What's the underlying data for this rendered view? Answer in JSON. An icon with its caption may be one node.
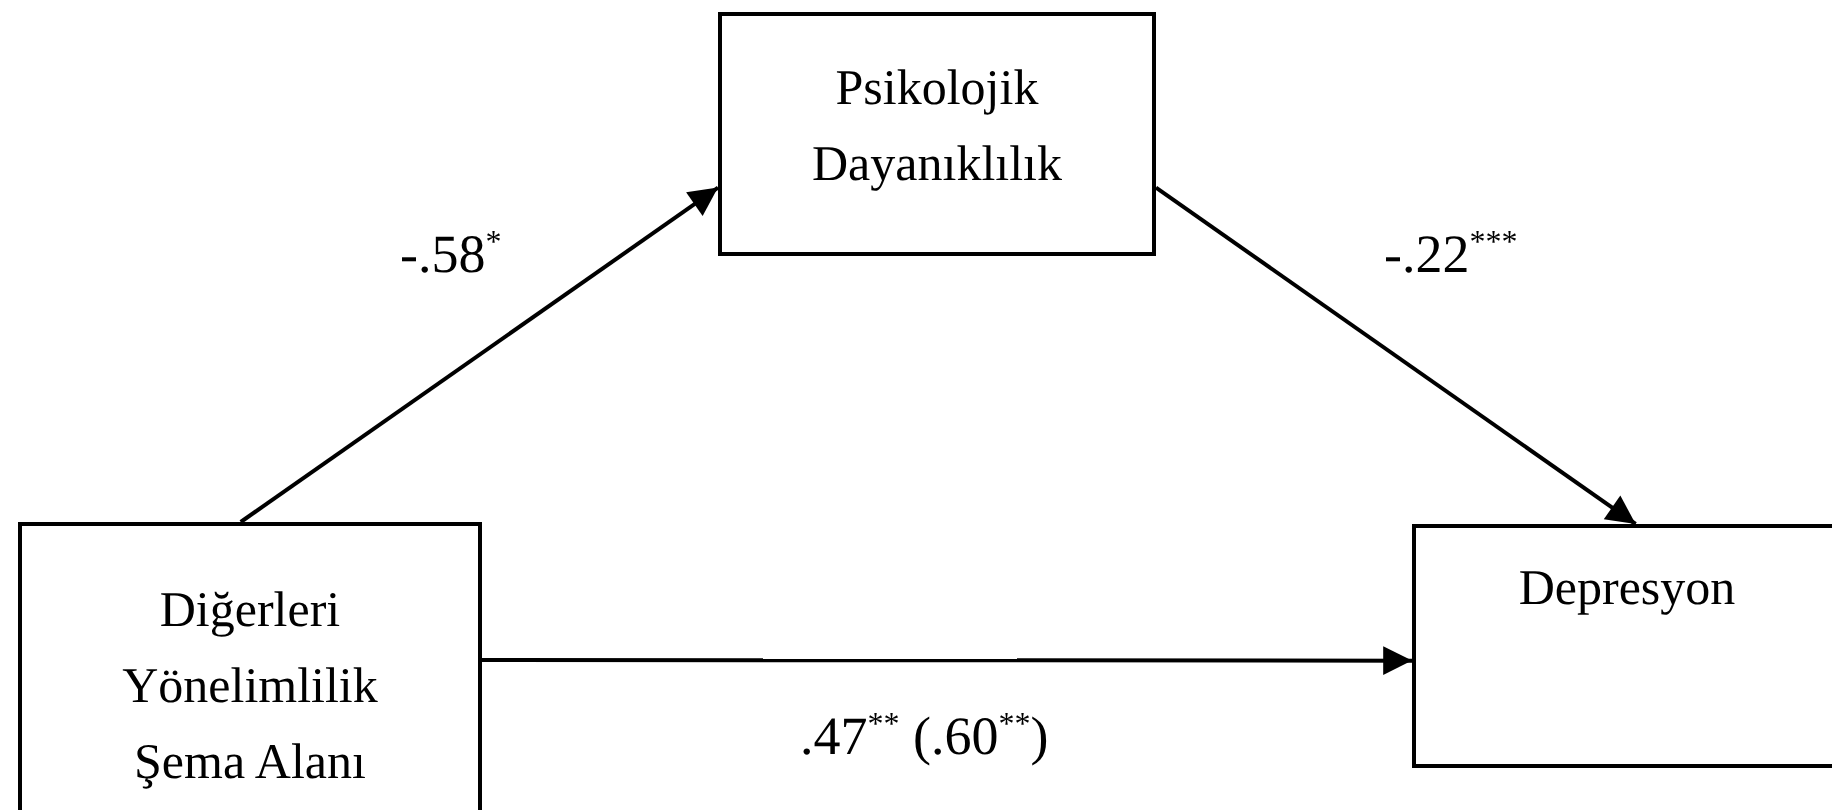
{
  "diagram": {
    "nodes": [
      {
        "text": [
          "Diğerleri Yönelimlilik Şema Alanı"
        ]
      },
      {
        "text": [
          "Psikolojik Dayanıklılık"
        ]
      },
      {
        "text": [
          "Depresyon"
        ]
      }
    ],
    "edges": [
      {
        "from": 0,
        "to": 1,
        "arrow": "to",
        "label": "-.58$^{*}$"
      },
      {
        "from": 1,
        "to": 2,
        "arrow": "to",
        "label": "-.22$^{***}$"
      },
      {
        "from": 0,
        "to": 2,
        "arrow": "to",
        "label": ".47$^{**}$ (.60$^{**}$)"
      }
    ]
  }
}
